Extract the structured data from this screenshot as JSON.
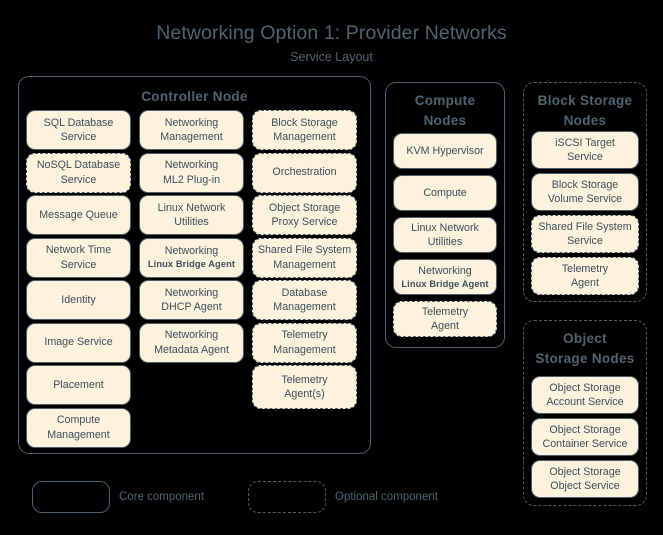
{
  "diagram": {
    "title": "Networking Option 1: Provider Networks",
    "subtitle": "Service Layout",
    "colors": {
      "background": "#000000",
      "box_fill": "#fdf3dc",
      "stroke": "#4a5f6b",
      "text": "#3d4f5c",
      "title_text": "#50646f"
    }
  },
  "panels": {
    "controller": {
      "title": "Controller Node",
      "border": "solid",
      "columns": [
        {
          "items": [
            {
              "line1": "SQL Database",
              "line2": "Service",
              "border": "solid"
            },
            {
              "line1": "NoSQL Database",
              "line2": "Service",
              "border": "dashed"
            },
            {
              "line1": "Message Queue",
              "line2": "",
              "border": "solid"
            },
            {
              "line1": "Network Time",
              "line2": "Service",
              "border": "solid"
            },
            {
              "line1": "Identity",
              "line2": "",
              "border": "solid"
            },
            {
              "line1": "Image Service",
              "line2": "",
              "border": "solid"
            },
            {
              "line1": "Placement",
              "line2": "",
              "border": "solid"
            },
            {
              "line1": "Compute",
              "line2": "Management",
              "border": "solid"
            }
          ]
        },
        {
          "items": [
            {
              "line1": "Networking",
              "line2": "Management",
              "border": "solid"
            },
            {
              "line1": "Networking",
              "line2": "ML2 Plug-in",
              "border": "solid"
            },
            {
              "line1": "Linux Network",
              "line2": "Utilities",
              "border": "solid"
            },
            {
              "line1": "Networking",
              "line2": "Linux Bridge Agent",
              "line2_small": true,
              "border": "solid"
            },
            {
              "line1": "Networking",
              "line2": "DHCP Agent",
              "border": "solid"
            },
            {
              "line1": "Networking",
              "line2": "Metadata Agent",
              "border": "solid"
            }
          ]
        },
        {
          "items": [
            {
              "line1": "Block Storage",
              "line2": "Management",
              "border": "dashed"
            },
            {
              "line1": "Orchestration",
              "line2": "",
              "border": "dashed"
            },
            {
              "line1": "Object Storage",
              "line2": "Proxy Service",
              "border": "dashed"
            },
            {
              "line1": "Shared File System",
              "line2": "Management",
              "border": "dashed"
            },
            {
              "line1": "Database",
              "line2": "Management",
              "border": "dashed"
            },
            {
              "line1": "Telemetry",
              "line2": "Management",
              "border": "dashed"
            },
            {
              "line1": "Telemetry",
              "line2": "Agent(s)",
              "border": "dashed"
            }
          ]
        }
      ]
    },
    "compute": {
      "title_line1": "Compute",
      "title_line2": "Nodes",
      "border": "solid",
      "items": [
        {
          "line1": "KVM Hypervisor",
          "line2": "",
          "border": "solid"
        },
        {
          "line1": "Compute",
          "line2": "",
          "border": "solid"
        },
        {
          "line1": "Linux Network",
          "line2": "Utilities",
          "border": "solid"
        },
        {
          "line1": "Networking",
          "line2": "Linux Bridge Agent",
          "line2_small": true,
          "border": "solid"
        },
        {
          "line1": "Telemetry",
          "line2": "Agent",
          "border": "dashed"
        }
      ]
    },
    "block_storage": {
      "title_line1": "Block Storage",
      "title_line2": "Nodes",
      "border": "dashed",
      "items": [
        {
          "line1": "iSCSI Target",
          "line2": "Service",
          "border": "solid"
        },
        {
          "line1": "Block Storage",
          "line2": "Volume Service",
          "border": "solid"
        },
        {
          "line1": "Shared File System",
          "line2": "Service",
          "border": "dashed"
        },
        {
          "line1": "Telemetry",
          "line2": "Agent",
          "border": "dashed"
        }
      ]
    },
    "object_storage": {
      "title_line1": "Object",
      "title_line2": "Storage Nodes",
      "border": "dashed",
      "items": [
        {
          "line1": "Object Storage",
          "line2": "Account Service",
          "border": "solid"
        },
        {
          "line1": "Object Storage",
          "line2": "Container Service",
          "border": "solid"
        },
        {
          "line1": "Object Storage",
          "line2": "Object Service",
          "border": "solid"
        }
      ]
    }
  },
  "legend": {
    "core_label": "Core component",
    "optional_label": "Optional component"
  }
}
